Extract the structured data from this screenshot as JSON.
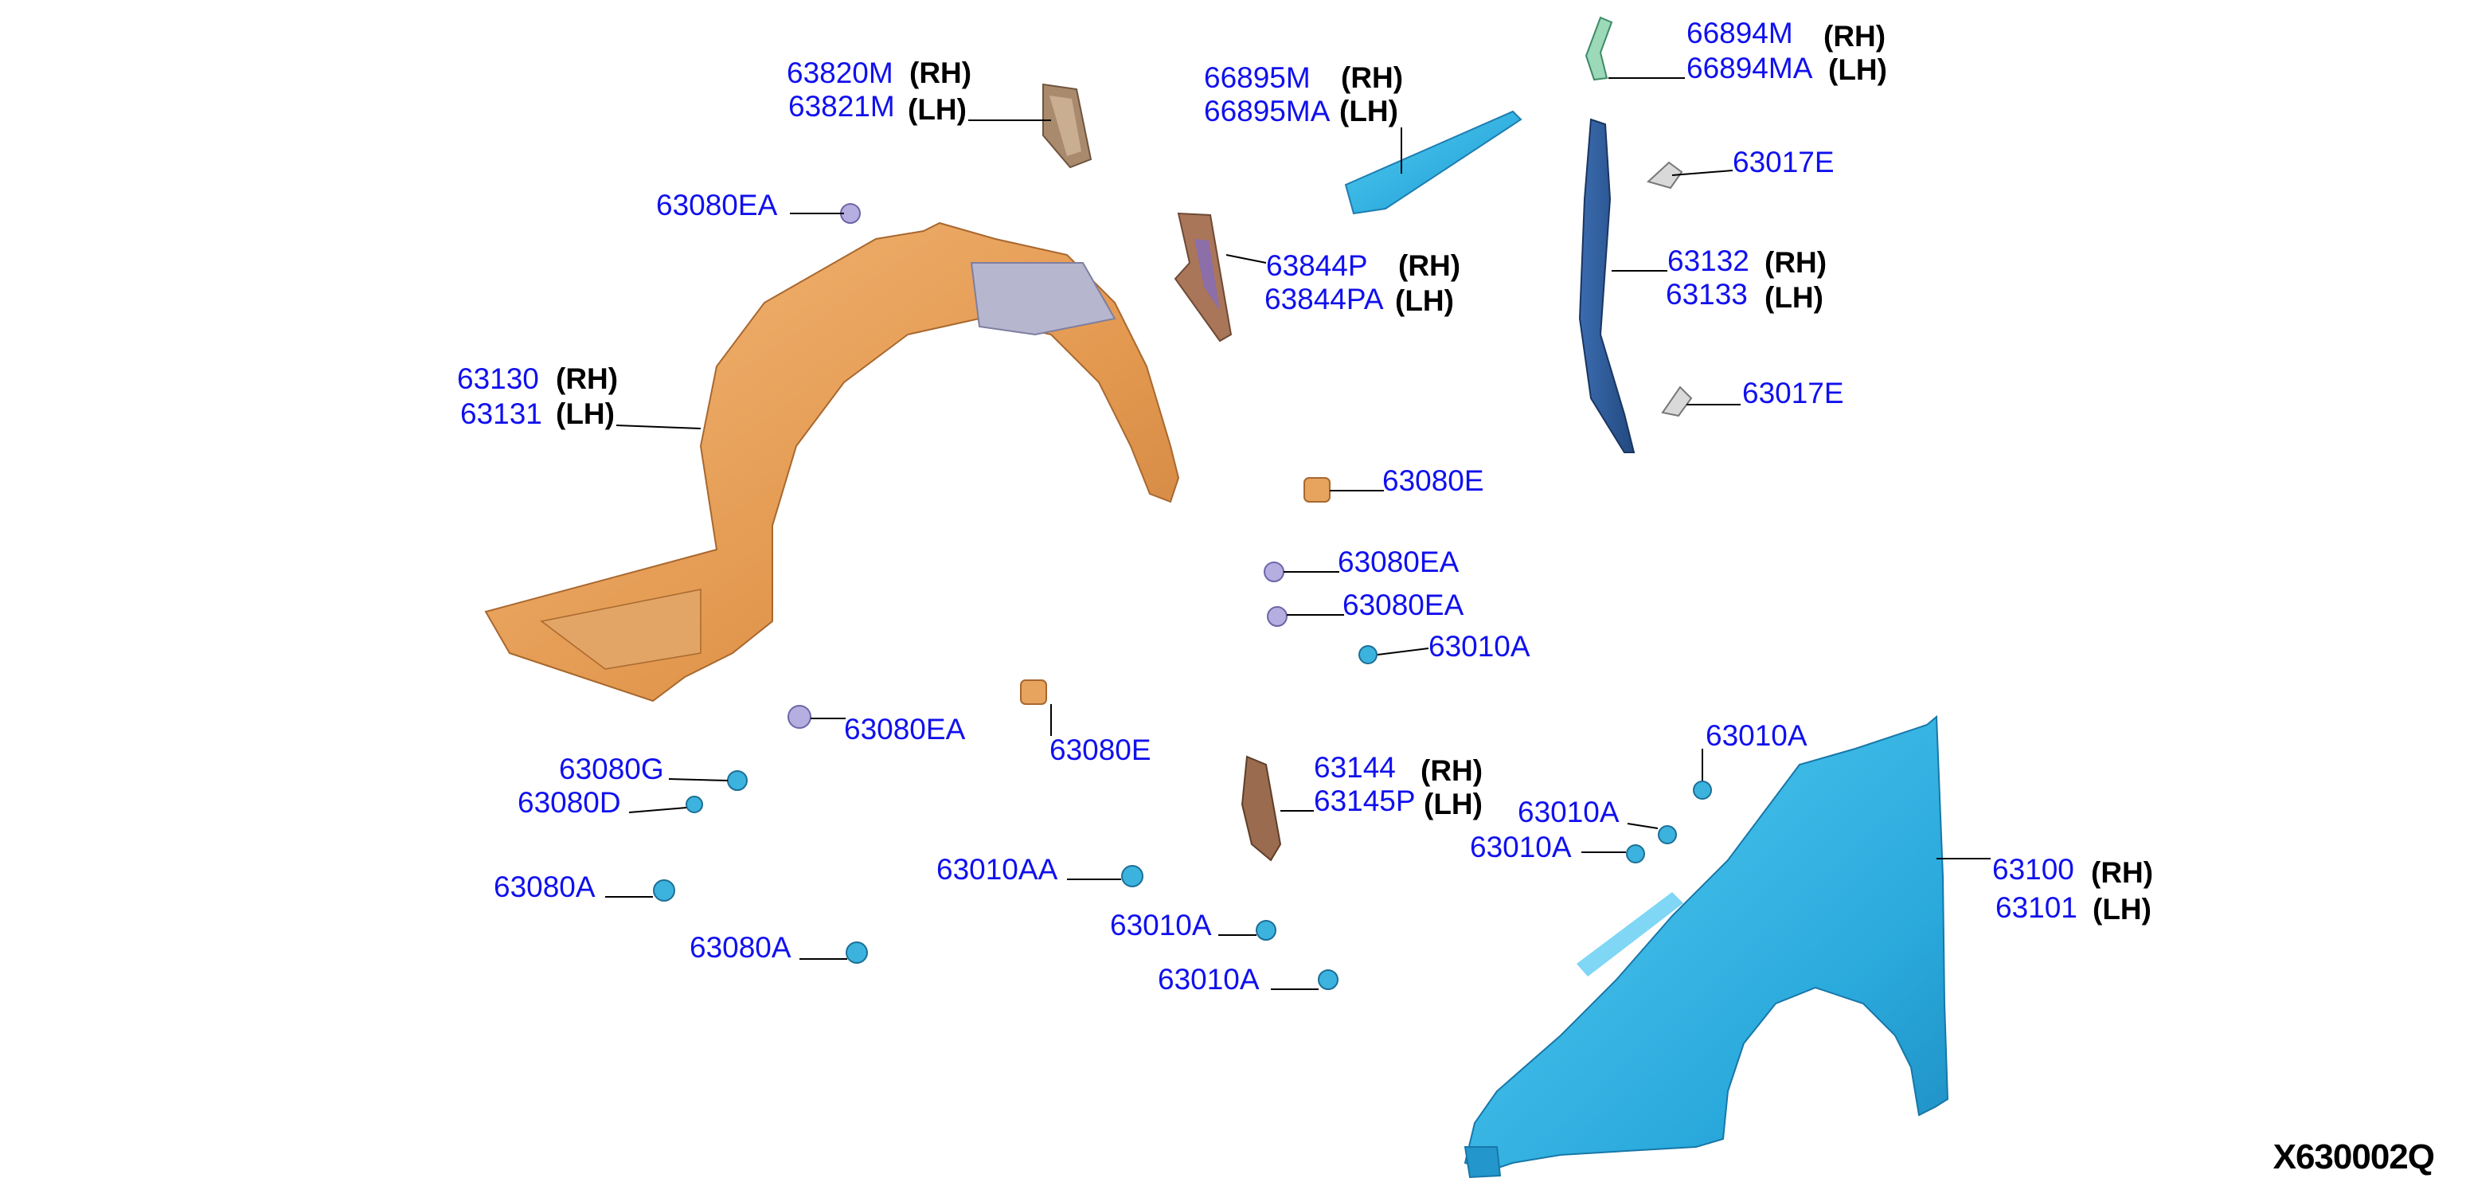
{
  "diagram_code": "X630002Q",
  "parts": {
    "p63820M": "63820M",
    "p63821M": "63821M",
    "p66895M": "66895M",
    "p66895MA": "66895MA",
    "p66894M": "66894M",
    "p66894MA": "66894MA",
    "p63017E_top": "63017E",
    "p63017E_bot": "63017E",
    "p63080EA_top": "63080EA",
    "p63844P": "63844P",
    "p63844PA": "63844PA",
    "p63132": "63132",
    "p63133": "63133",
    "p63130": "63130",
    "p63131": "63131",
    "p63080E_mid": "63080E",
    "p63080EA_m1": "63080EA",
    "p63080EA_m2": "63080EA",
    "p63010A_m": "63010A",
    "p63080EA_low": "63080EA",
    "p63080E_low": "63080E",
    "p63080G": "63080G",
    "p63080D": "63080D",
    "p63080A_1": "63080A",
    "p63080A_2": "63080A",
    "p63010AA": "63010AA",
    "p63010A_b1": "63010A",
    "p63010A_b2": "63010A",
    "p63144": "63144",
    "p63145P": "63145P",
    "p63010A_r1": "63010A",
    "p63010A_r2": "63010A",
    "p63010A_r3": "63010A",
    "p63100": "63100",
    "p63101": "63101"
  },
  "sides": {
    "rh": "(RH)",
    "lh": "(LH)"
  },
  "colors": {
    "label_blue": "#1010EE",
    "liner_orange": "#E8A15A",
    "fender_blue": "#2FB7E8",
    "bracket_navy": "#2E5B9E",
    "bracket_brown": "#9A6B4E",
    "clip_purple": "#B5AEE0",
    "screw_blue": "#3CB3DF"
  }
}
